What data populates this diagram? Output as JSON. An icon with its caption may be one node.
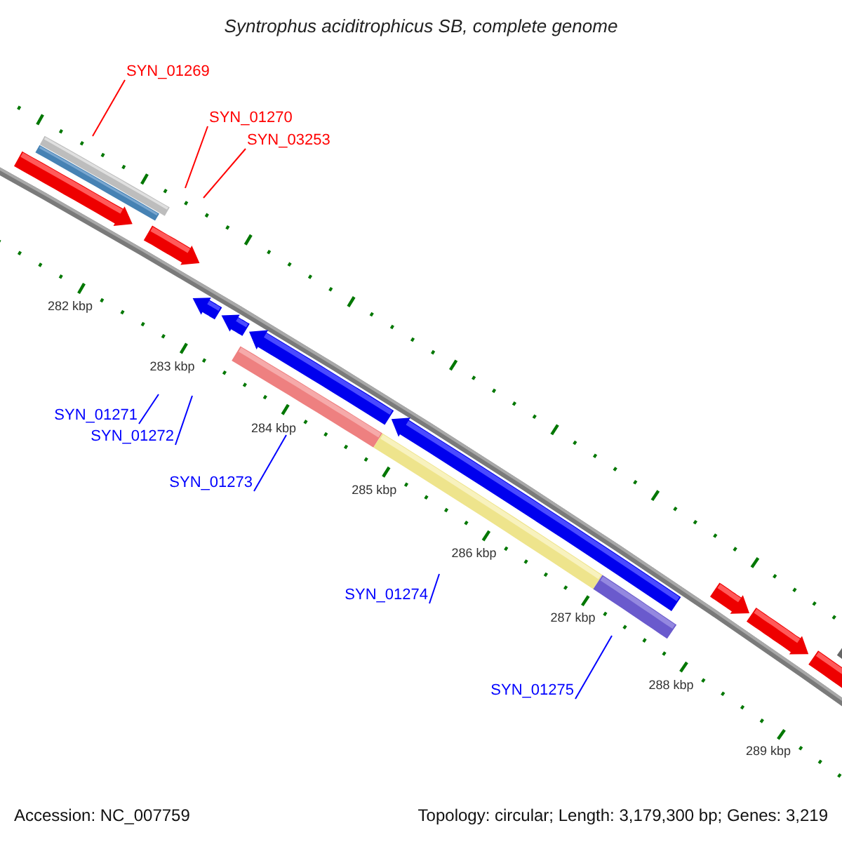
{
  "diagram": {
    "title": "Syntrophus aciditrophicus SB, complete genome",
    "nodes": [
      {
        "text": [
          "SYN_01269"
        ]
      },
      {
        "text": [
          "SYN_01270"
        ]
      },
      {
        "text": [
          "SYN_03253"
        ]
      },
      {
        "text": [
          "SYN_01271"
        ]
      },
      {
        "text": [
          "SYN_01272"
        ]
      },
      {
        "text": [
          "SYN_01273"
        ]
      },
      {
        "text": [
          "SYN_01274"
        ]
      },
      {
        "text": [
          "SYN_01275"
        ]
      },
      {
        "text": [],
        "shape": "bar"
      },
      {
        "text": [],
        "shape": "bar"
      }
    ],
    "edges": [
      {
        "from": 0,
        "to": 8,
        "arrow": "none",
        "color": "#ff0000"
      },
      {
        "from": 1,
        "to": null,
        "arrow": "none",
        "color": "#ff0000"
      },
      {
        "from": 2,
        "to": null,
        "arrow": "none",
        "color": "#ff0000"
      },
      {
        "from": 3,
        "to": null,
        "arrow": "none"
      },
      {
        "from": 4,
        "to": null,
        "arrow": "none"
      },
      {
        "from": 5,
        "to": null,
        "arrow": "none"
      },
      {
        "from": 6,
        "to": null,
        "arrow": "none"
      },
      {
        "from": 7,
        "to": 9,
        "arrow": "none"
      }
    ],
    "labels": [
      "282 kbp",
      "283 kbp",
      "284 kbp",
      "285 kbp",
      "286 kbp",
      "287 kbp",
      "288 kbp",
      "289 kbp",
      "Accession: NC_007759",
      "Topology: circular; Length: 3,179,300 bp; Genes: 3,219"
    ]
  }
}
